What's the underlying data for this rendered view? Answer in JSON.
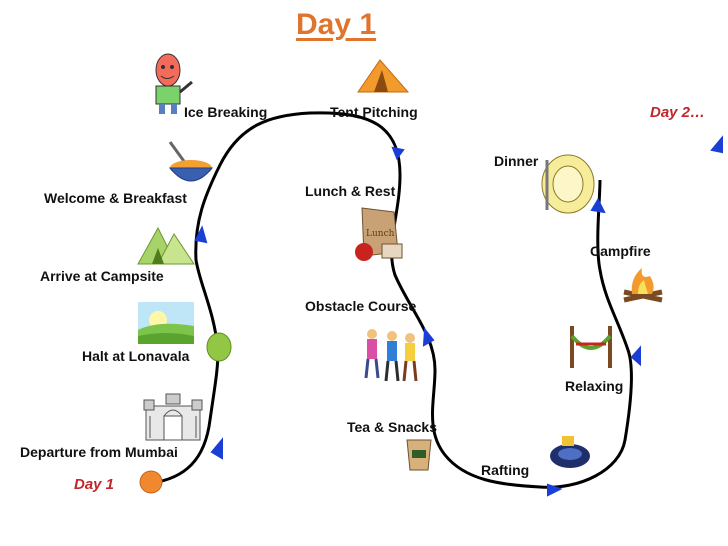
{
  "title": "Day 1",
  "start_label": "Day 1",
  "next_label": "Day 2…",
  "activities": [
    "Departure from Mumbai",
    "Halt at Lonavala",
    "Arrive at Campsite",
    "Welcome & Breakfast",
    "Ice Breaking",
    "Tent Pitching",
    "Lunch & Rest",
    "Obstacle Course",
    "Tea & Snacks",
    "Rafting",
    "Relaxing",
    "Campfire",
    "Dinner"
  ],
  "icons": [
    "monument-gateway-icon",
    "meadow-sunrise-icon",
    "tent-camp-icon",
    "breakfast-bowl-icon",
    "smiling-boy-icon",
    "orange-tent-icon",
    "lunch-bag-icon",
    "kids-playing-icon",
    "tea-cup-icon",
    "raft-gear-icon",
    "hammock-icon",
    "campfire-icon",
    "dinner-plate-icon"
  ],
  "colors": {
    "title": "#e0742d",
    "day_label": "#c0262c",
    "path": "#000000",
    "arrows": "#1a3fd6",
    "start_dot": "#f0892e",
    "halt_dot": "#92c645"
  }
}
